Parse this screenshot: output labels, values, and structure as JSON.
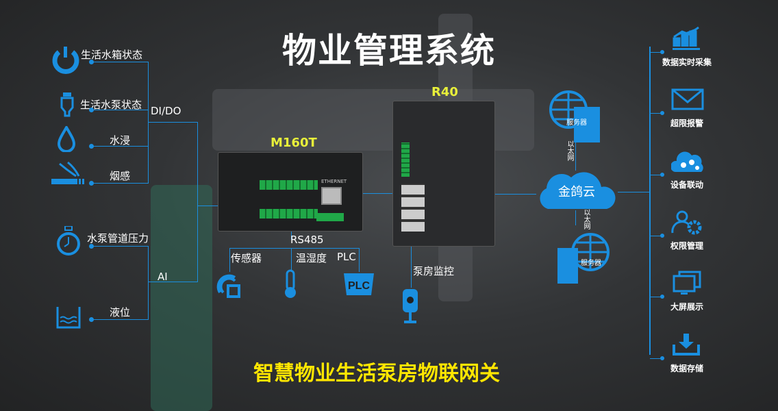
{
  "title": "物业管理系统",
  "slogan": "智慧物业生活泵房物联网关",
  "accent": "#1a8fe0",
  "slogan_color": "#ffe600",
  "device_label_color": "#e8f03a",
  "inputs": [
    {
      "label": "生活水箱状态",
      "icon": "power-gauge-icon"
    },
    {
      "label": "生活水泵状态",
      "icon": "pump-icon"
    },
    {
      "label": "水浸",
      "icon": "water-drop-icon"
    },
    {
      "label": "烟感",
      "icon": "smoke-icon"
    },
    {
      "label": "水泵管道压力",
      "icon": "stopwatch-icon"
    },
    {
      "label": "液位",
      "icon": "water-level-icon"
    }
  ],
  "bus": {
    "dido": "DI/DO",
    "ai": "AI",
    "rs485": "RS485"
  },
  "devices": {
    "m160t": "M160T",
    "r40": "R40",
    "ethernet": "ETHERNET"
  },
  "peripherals": [
    {
      "label": "传感器",
      "icon": "sensor-icon"
    },
    {
      "label": "温湿度",
      "icon": "thermometer-icon"
    },
    {
      "label": "PLC",
      "icon": "plc-icon"
    },
    {
      "label": "泵房监控",
      "icon": "camera-icon"
    }
  ],
  "cloud": {
    "label": "金鸽云",
    "server_top": "服务器",
    "server_bottom": "服务器",
    "link_top": "以太网",
    "link_bottom": "以太网"
  },
  "features": [
    {
      "label": "数据实时采集",
      "icon": "bar-chart-icon"
    },
    {
      "label": "超限报警",
      "icon": "envelope-icon"
    },
    {
      "label": "设备联动",
      "icon": "gears-cloud-icon"
    },
    {
      "label": "权限管理",
      "icon": "user-gear-icon"
    },
    {
      "label": "大屏展示",
      "icon": "monitor-icon"
    },
    {
      "label": "数据存储",
      "icon": "download-icon"
    }
  ]
}
